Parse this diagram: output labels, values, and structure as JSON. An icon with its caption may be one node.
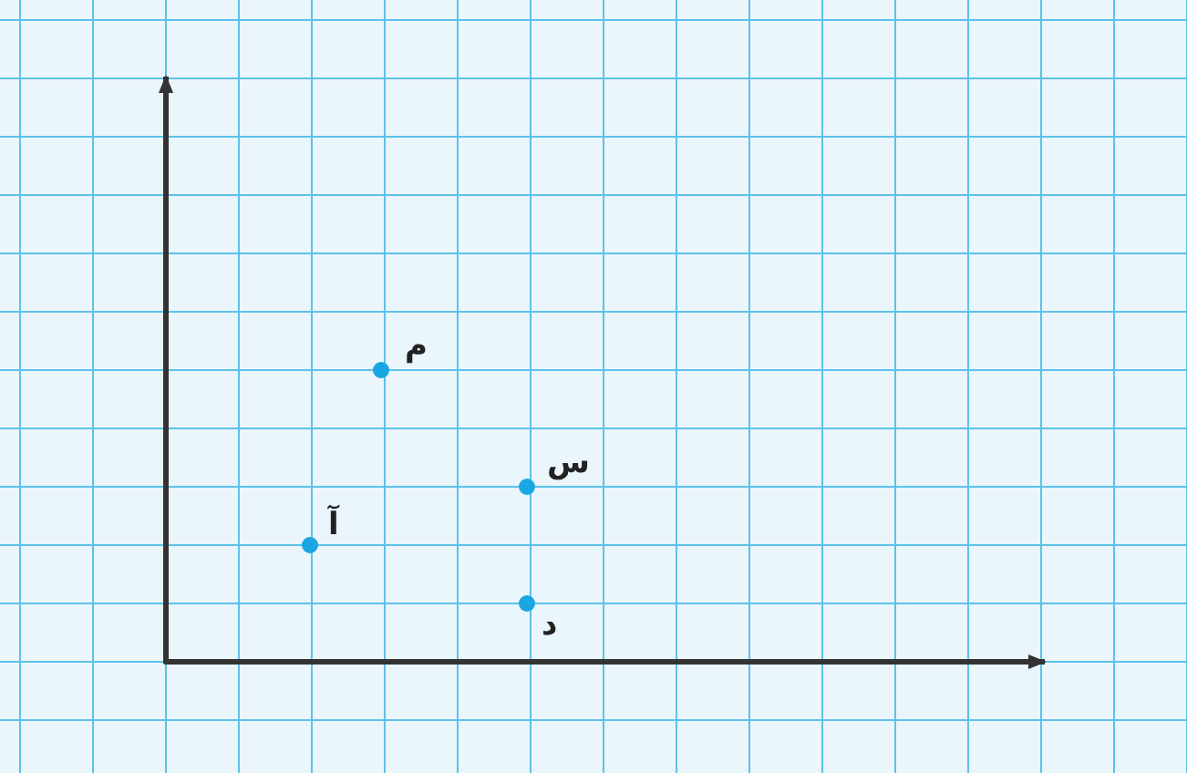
{
  "diagram": {
    "labels": [
      "م",
      "س",
      "آ",
      "د"
    ]
  }
}
